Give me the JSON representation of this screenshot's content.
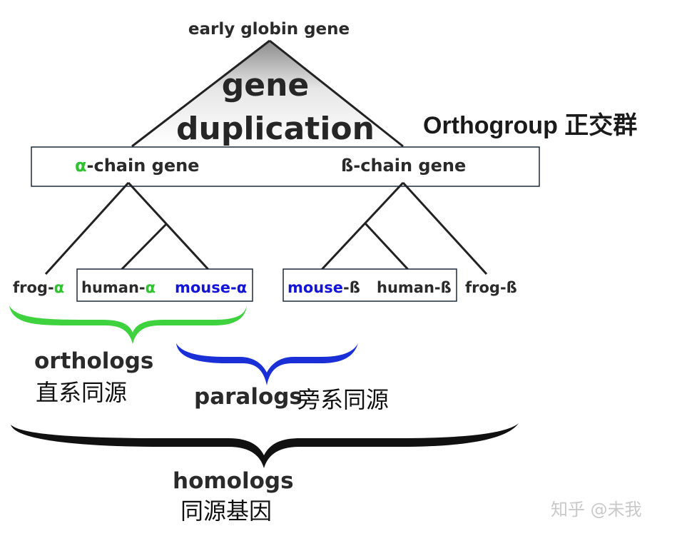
{
  "root_label": "early globin gene",
  "event": {
    "line1": "gene",
    "line2": "duplication"
  },
  "orthogroup": {
    "label": "Orthogroup 正交群"
  },
  "chains": {
    "alpha": {
      "symbol": "α",
      "text": "-chain gene"
    },
    "beta": {
      "text": "ß-chain gene"
    }
  },
  "leaves": {
    "frog_alpha": {
      "name": "frog-",
      "symbol": "α"
    },
    "human_alpha": {
      "name": "human-",
      "symbol": "α"
    },
    "mouse_alpha": {
      "name": "mouse",
      "suffix": "-α"
    },
    "mouse_beta": {
      "name": "mouse",
      "suffix": "-ß"
    },
    "human_beta": {
      "text": "human-ß"
    },
    "frog_beta": {
      "text": "frog-ß"
    }
  },
  "groups": {
    "orthologs": {
      "en": "orthologs",
      "zh": "直系同源"
    },
    "paralogs": {
      "en": "paralogs",
      "zh": "旁系同源"
    },
    "homologs": {
      "en": "homologs",
      "zh": "同源基因"
    }
  },
  "watermark": "知乎 @未我",
  "colors": {
    "text": "#2a2a2a",
    "alpha_green": "#2fc22f",
    "blue": "#1414d6",
    "box_border": "#1c2a3a",
    "brace_green": "#3ed23e",
    "brace_blue": "#1a2fd6",
    "brace_black": "#111111"
  }
}
